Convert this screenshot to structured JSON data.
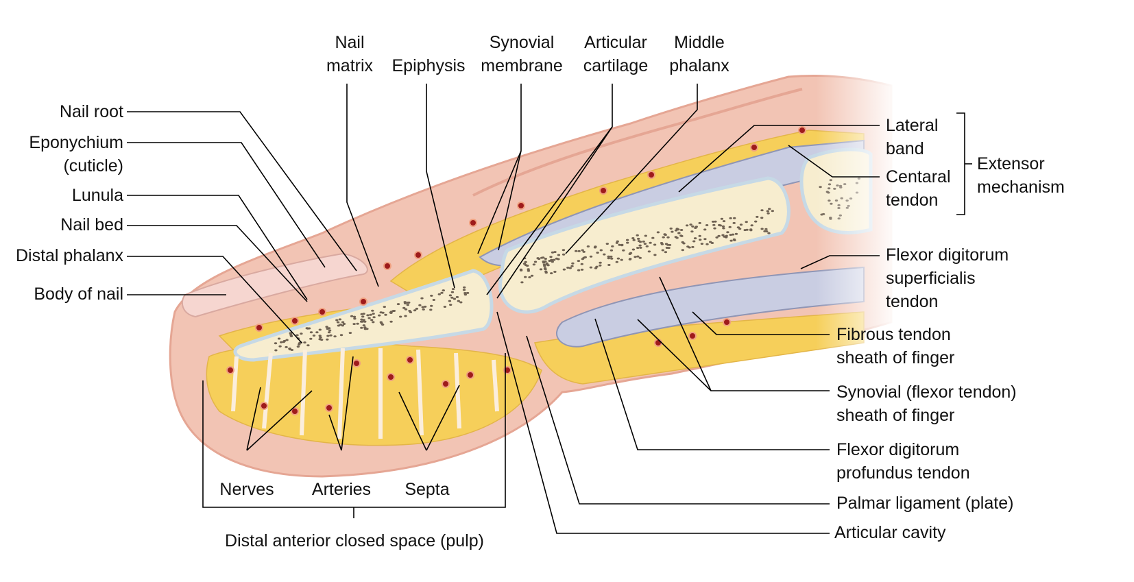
{
  "labels": {
    "nail_matrix": [
      "Nail",
      "matrix"
    ],
    "epiphysis": [
      "Epiphysis"
    ],
    "synovial_membrane": [
      "Synovial",
      "membrane"
    ],
    "articular_cartilage": [
      "Articular",
      "cartilage"
    ],
    "middle_phalanx": [
      "Middle",
      "phalanx"
    ],
    "nail_root": [
      "Nail root"
    ],
    "eponychium": [
      "Eponychium",
      "(cuticle)"
    ],
    "lunula": [
      "Lunula"
    ],
    "nail_bed": [
      "Nail bed"
    ],
    "distal_phalanx": [
      "Distal phalanx"
    ],
    "body_of_nail": [
      "Body of nail"
    ],
    "lateral_band": [
      "Lateral",
      "band"
    ],
    "central_tendon": [
      "Centaral",
      "tendon"
    ],
    "extensor_mechanism": [
      "Extensor",
      "mechanism"
    ],
    "fds_tendon": [
      "Flexor digitorum",
      "superficialis",
      "tendon"
    ],
    "fibrous_sheath": [
      "Fibrous tendon",
      "sheath of finger"
    ],
    "synovial_sheath": [
      "Synovial (flexor tendon)",
      "sheath of finger"
    ],
    "fdp_tendon": [
      "Flexor digitorum",
      "profundus tendon"
    ],
    "palmar_ligament": [
      "Palmar ligament (plate)"
    ],
    "articular_cavity": [
      "Articular cavity"
    ],
    "nerves": [
      "Nerves"
    ],
    "arteries": [
      "Arteries"
    ],
    "septa": [
      "Septa"
    ],
    "pulp": [
      "Distal anterior closed space (pulp)"
    ]
  },
  "colors": {
    "skin": "#f2c4b4",
    "skin_edge": "#e5a694",
    "fat": "#f6cf5a",
    "bone": "#f7edcf",
    "tendon": "#c9cde2",
    "cartilage": "#c6d9e6",
    "artery": "#9e1b1b",
    "nail": "#f6d6d0",
    "leader": "#000000"
  }
}
